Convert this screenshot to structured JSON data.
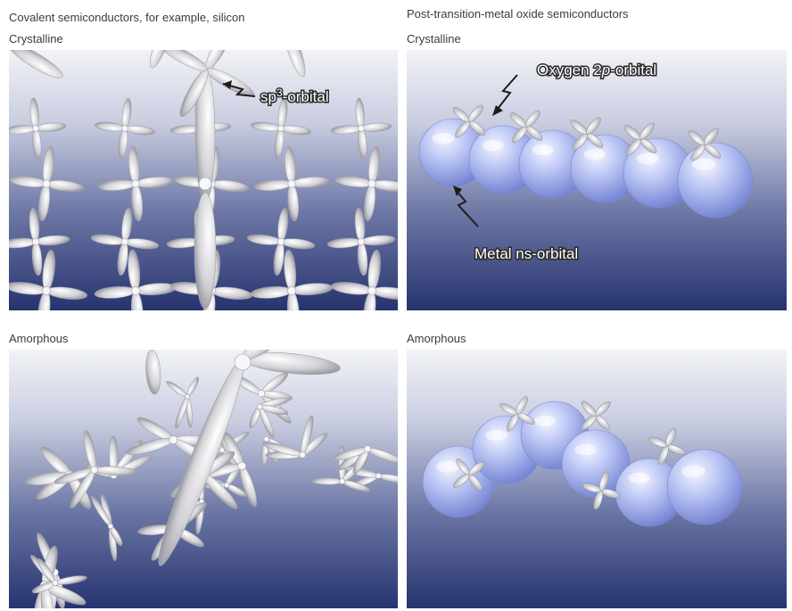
{
  "columns": {
    "left_title": "Covalent semiconductors, for example, silicon",
    "right_title": "Post-transition-metal oxide semiconductors"
  },
  "rows": {
    "crystalline": "Crystalline",
    "amorphous": "Amorphous"
  },
  "annotations": {
    "sp3_prefix": "sp",
    "sp3_sup": "3",
    "sp3_suffix": "-orbital",
    "oxygen_prefix": "Oxygen 2",
    "oxygen_italic": "p",
    "oxygen_suffix": "-orbital",
    "metal": "Metal ns-orbital"
  },
  "colors": {
    "sphere": "#a9b6ee",
    "orbital": "#dcdcde",
    "background_top": "#f2f3f7",
    "background_bottom": "#27336f"
  }
}
